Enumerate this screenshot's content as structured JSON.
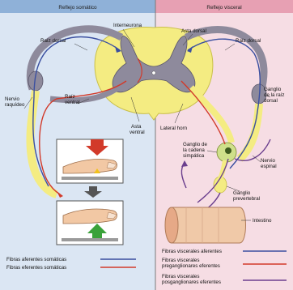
{
  "headers": {
    "left": "Reflejo somático",
    "right": "Reflejo visceral"
  },
  "labels": {
    "interneurona": "Interneurona",
    "asta_dorsal": "Asta dorsal",
    "raiz_dorsal_left": "Raíz dorsal",
    "raiz_dorsal_right": "Raíz dorsal",
    "nervio_raquideo": [
      "Nervio",
      "raquídeo"
    ],
    "raiz_ventral": [
      "Raíz",
      "ventral"
    ],
    "asta_ventral": [
      "Asta",
      "ventral"
    ],
    "lateral_horn": "Lateral horn",
    "ganglio_raiz_dorsal": [
      "Ganglio",
      "de la raíz",
      "dorsal"
    ],
    "ganglio_cadena": [
      "Ganglio de",
      "la cadena",
      "simpática"
    ],
    "nervio_espinal": [
      "Nervio",
      "espinal"
    ],
    "ganglio_prevertebral": [
      "Ganglio",
      "prevertebral"
    ],
    "intestino": "Intestino"
  },
  "legend_left": [
    {
      "text": "Fibras aferentes somáticas",
      "color": "#3a4fa0"
    },
    {
      "text": "Fibras eferentes somáticas",
      "color": "#d23a2a"
    }
  ],
  "legend_right": [
    {
      "lines": [
        "Fibras viscerales aferentes"
      ],
      "color": "#3a4fa0"
    },
    {
      "lines": [
        "Fibras viscerales",
        "preganglionares eferentes"
      ],
      "color": "#d23a2a"
    },
    {
      "lines": [
        "Fibras viscerales",
        "posganglionares eferentes"
      ],
      "color": "#6b3f8e"
    }
  ],
  "colors": {
    "left_bg": "#dbe6f3",
    "right_bg": "#f6dde4",
    "header_left": "#8fb1d8",
    "header_right": "#e7a0b3",
    "white_matter": "#f4ec82",
    "grey_matter": "#8e8a9c",
    "afferent": "#3a4fa0",
    "efferent": "#d23a2a",
    "postganglionic": "#6b3f8e",
    "ganglion": "#cfe08a",
    "intestine": "#f0c9a8"
  }
}
